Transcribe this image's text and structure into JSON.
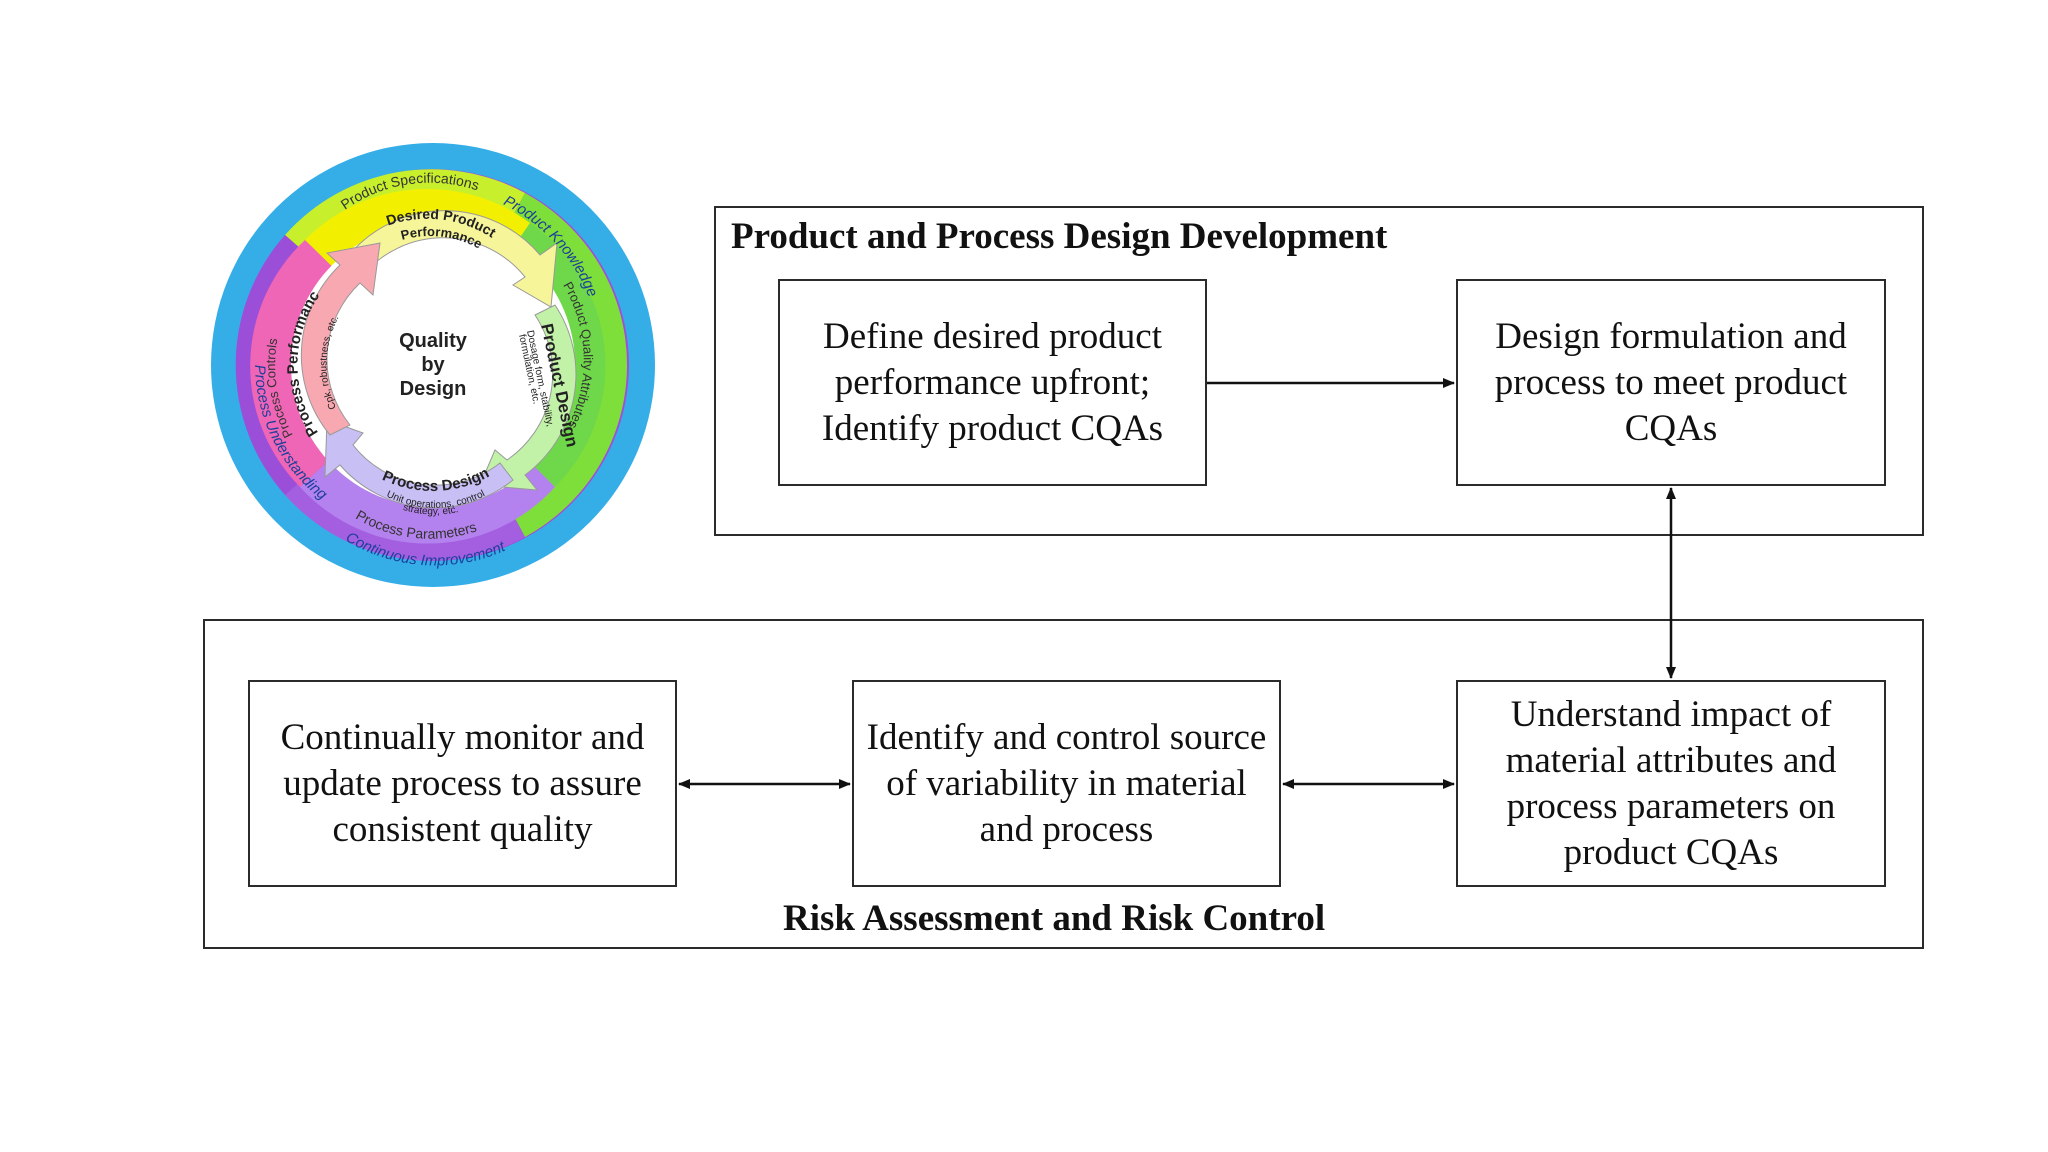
{
  "qbd_wheel": {
    "center_label": [
      "Quality",
      "by",
      "Design"
    ],
    "outer_ring": {
      "top": "Product Knowledge",
      "left": "Process Understanding",
      "bottom": "Continuous Improvement"
    },
    "middle_ring": {
      "top": "Product Specifications",
      "right": "Product Quality Attributes",
      "bottom": "Process Parameters",
      "left": "Process Controls"
    },
    "inner_arrows": {
      "top_title": "Desired Product",
      "top_title_2": "Performance",
      "right_title": "Product Design",
      "right_sub": "Dosage form, stability,",
      "right_sub_2": "formulation, etc.",
      "bottom_title": "Process Design",
      "bottom_sub": "Unit operations, control",
      "bottom_sub_2": "strategy, etc.",
      "left_title": "Process Performance",
      "left_sub": "Cpk, robustness, etc."
    },
    "colors": {
      "outer_blue": "#35aee8",
      "outer_purple": "#a04fd6",
      "yellow": "#f2f000",
      "green": "#7ede3a",
      "pink": "#ee66b5",
      "lavender": "#b482ee"
    }
  },
  "design_group": {
    "title": "Product and Process Design Development",
    "step1": "Define desired product performance upfront; Identify product CQAs",
    "step2": "Design formulation and process to meet product CQAs"
  },
  "risk_group": {
    "title": "Risk Assessment and Risk Control",
    "step_monitor": "Continually monitor and update process to assure consistent quality",
    "step_identify": "Identify and control source of variability in material and process",
    "step_understand": "Understand impact of material attributes and process parameters on product CQAs"
  }
}
